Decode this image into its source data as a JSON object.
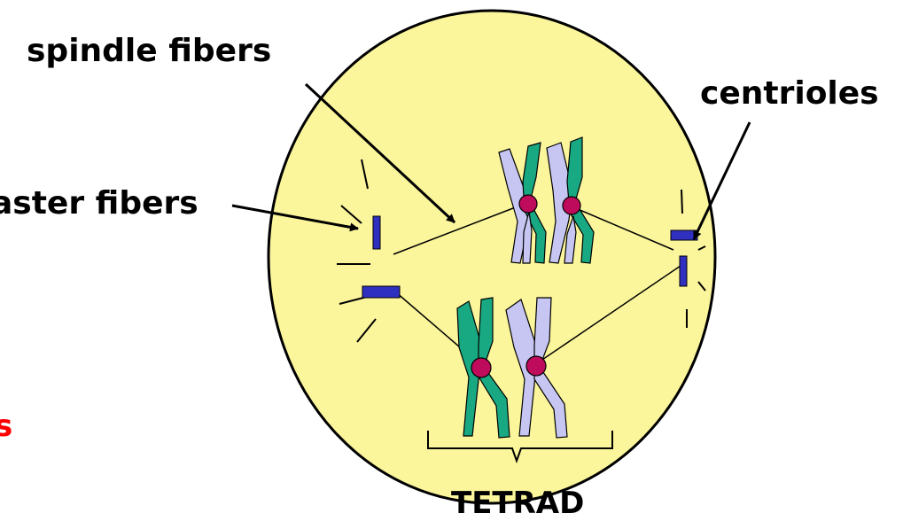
{
  "labels": {
    "spindle_fibers": "spindle fibers",
    "centrioles": "centrioles",
    "aster_fibers": "aster fibers",
    "partial_red_text": "s",
    "tetrad": "TETRAD"
  },
  "colors": {
    "cell_fill": "#fbf59b",
    "cell_outline": "#000000",
    "chromatid_green": "#19a982",
    "chromatid_lavender": "#c7c6f2",
    "centromere": "#bf0b5b",
    "centriole": "#2f2fc0",
    "highlight_red": "#ff0000"
  }
}
